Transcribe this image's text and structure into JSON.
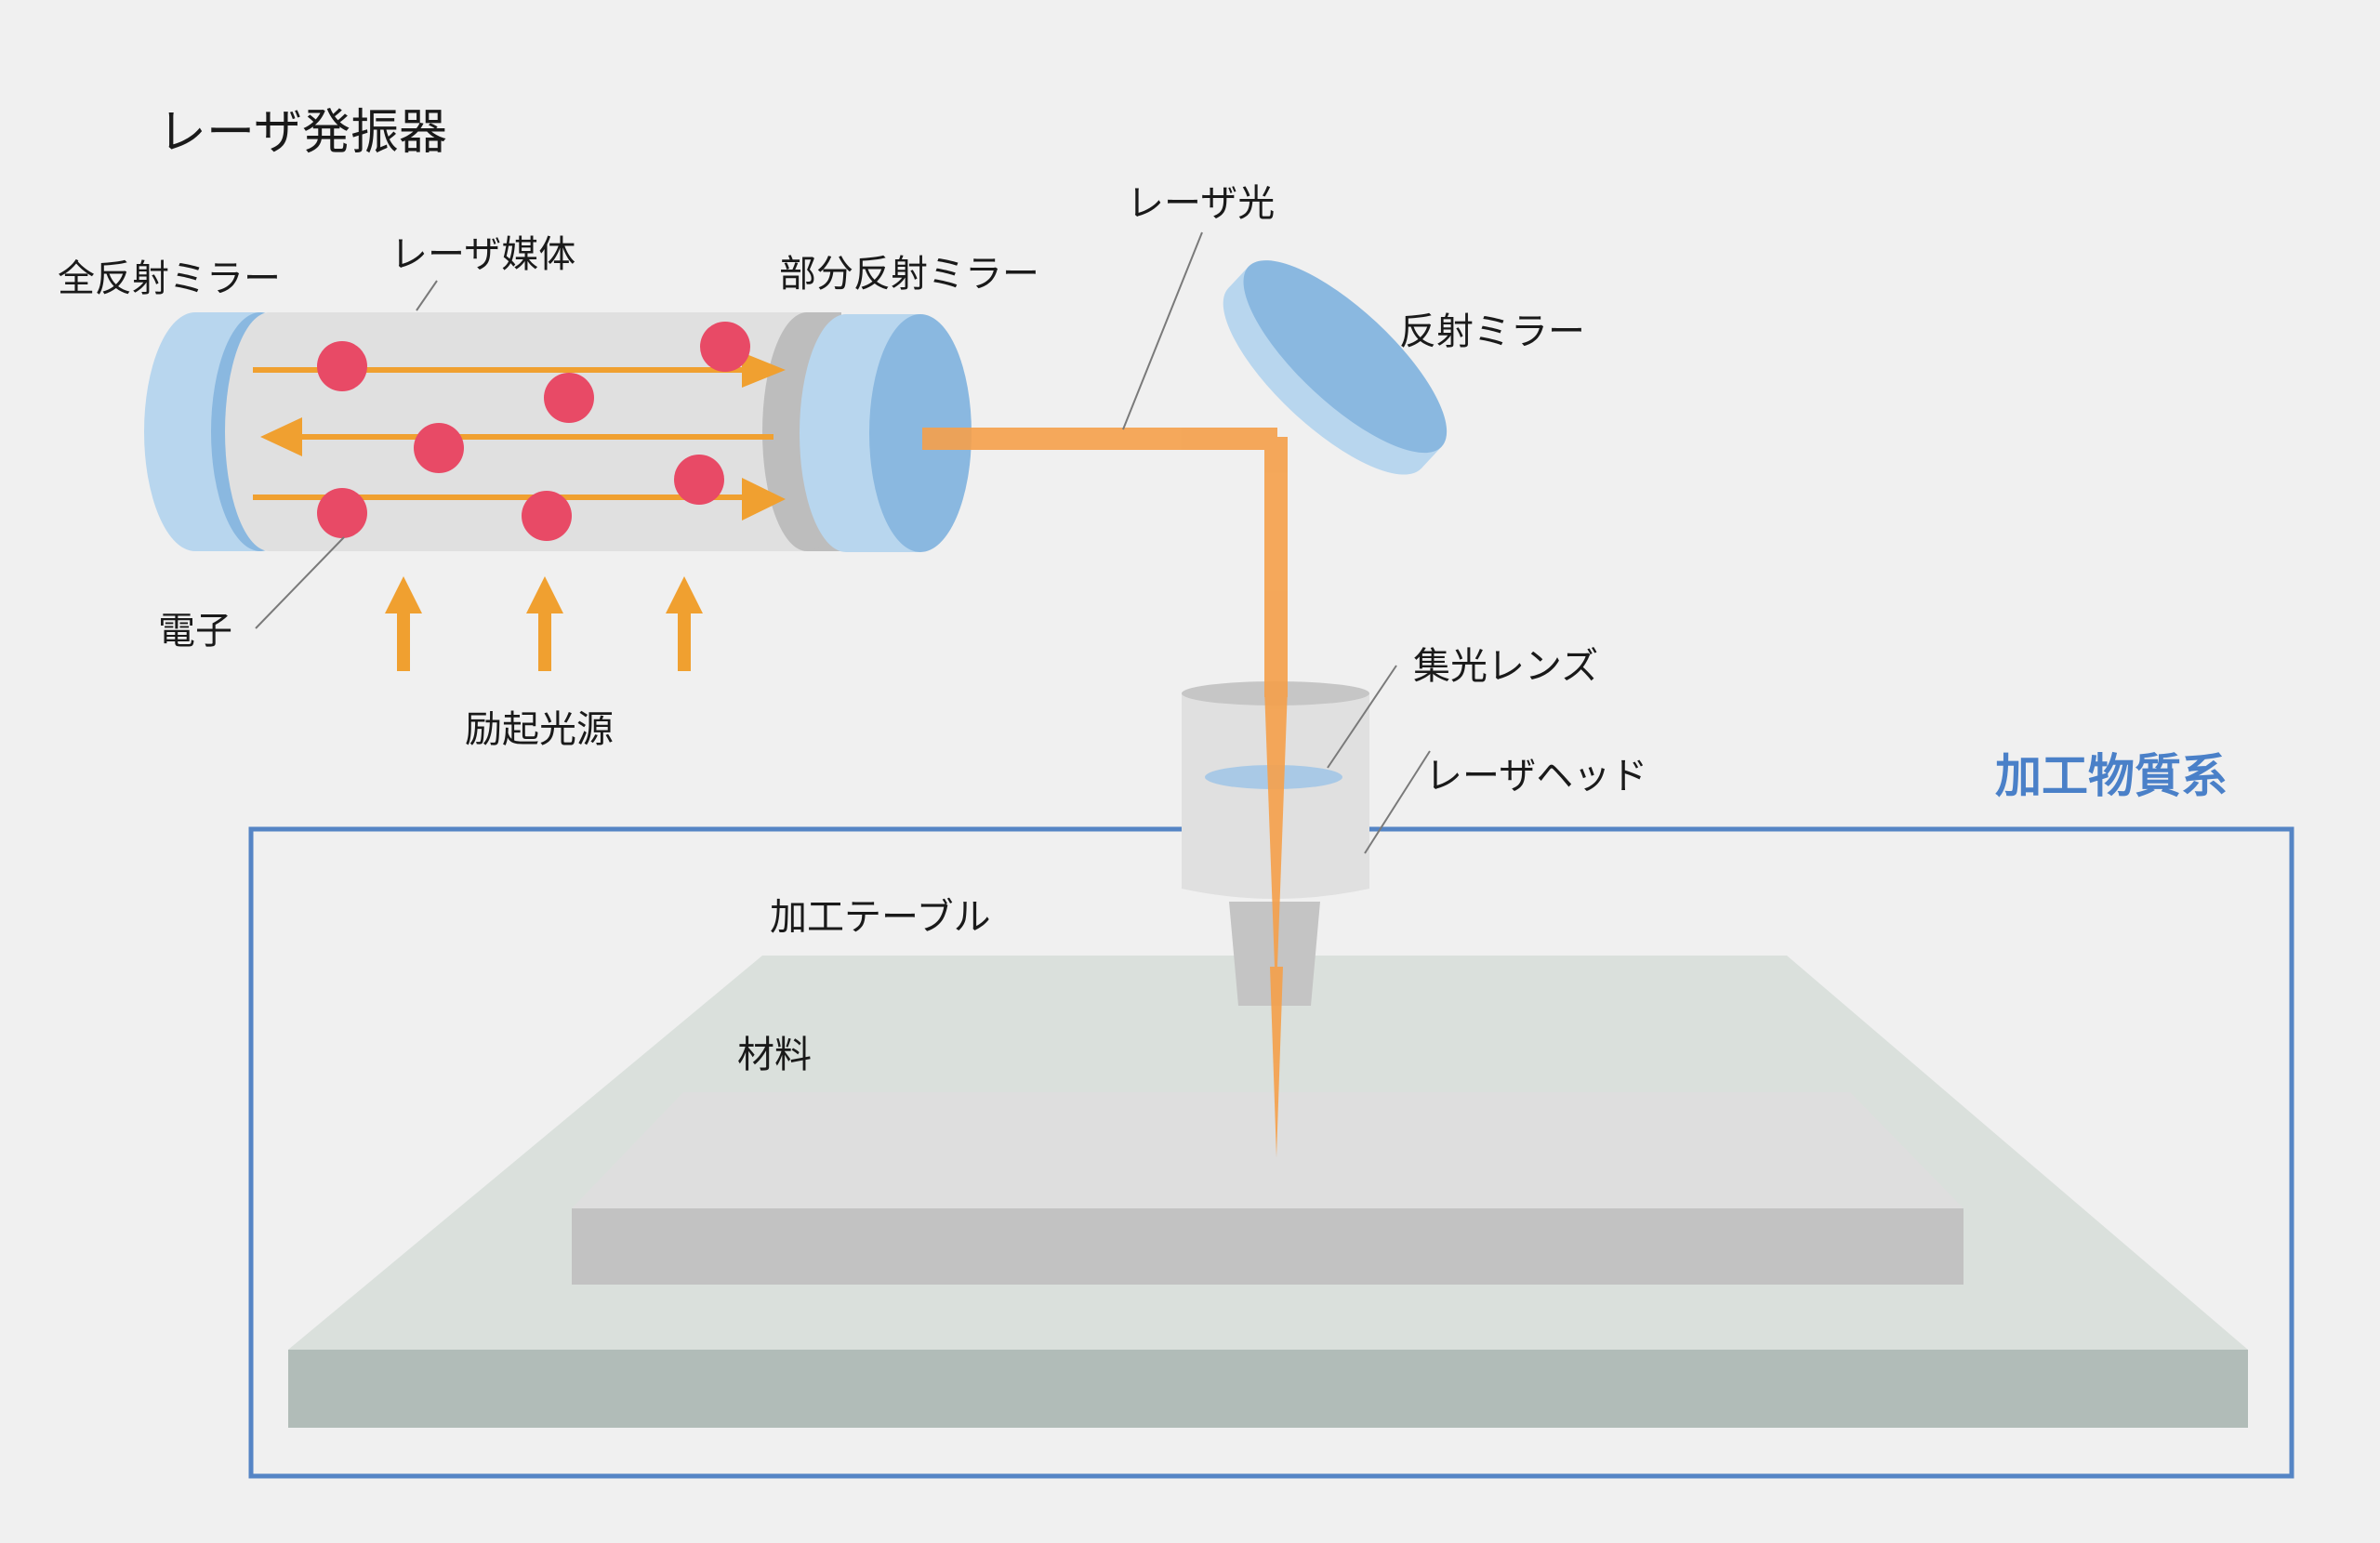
{
  "oscillator": {
    "title": "レーザ発振器",
    "full_mirror": "全反射ミラー",
    "medium": "レーザ媒体",
    "partial_mirror": "部分反射ミラー",
    "electron": "電子",
    "pump_source": "励起光源"
  },
  "beam": {
    "laser_light": "レーザ光",
    "reflect_mirror": "反射ミラー",
    "focus_lens": "集光レンズ",
    "laser_head": "レーザヘッド"
  },
  "workpiece_system": {
    "title": "加工物質系",
    "table": "加工テーブル",
    "material": "材料"
  },
  "colors": {
    "beam": "#f5a04a",
    "arrow": "#f0a030",
    "electron": "#e84a66",
    "mirror_light": "#b8d6ee",
    "mirror_dark": "#8ab8e0",
    "system_border": "#5585c5",
    "system_title": "#4a80c8"
  }
}
